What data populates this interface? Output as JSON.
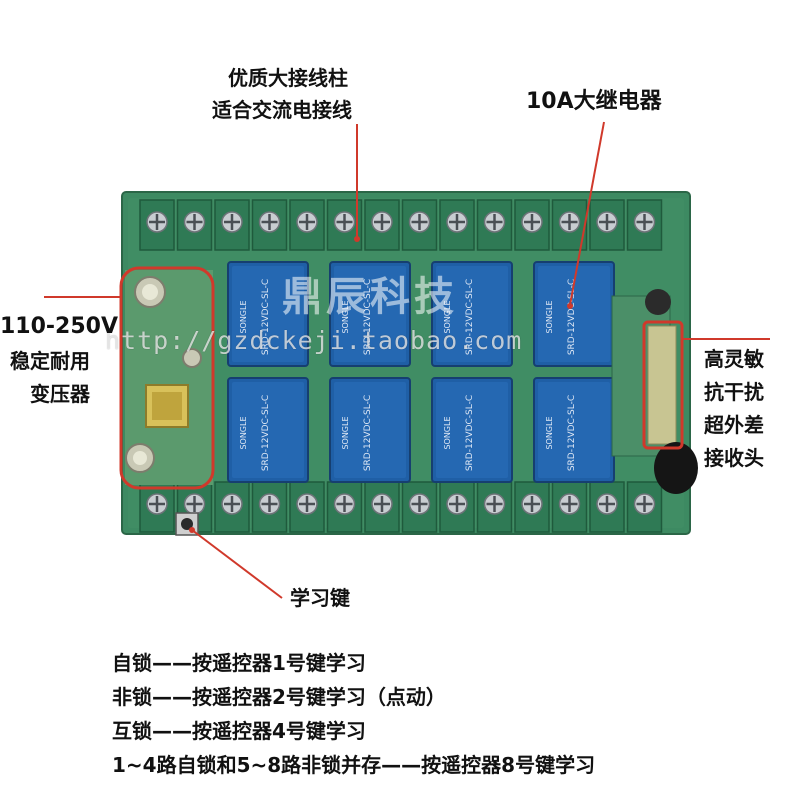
{
  "callouts": {
    "terminal_line1": "优质大接线柱",
    "terminal_line2": "适合交流电接线",
    "relay": "10A大继电器",
    "transformer_line1": "110-250V",
    "transformer_line2": "稳定耐用",
    "transformer_line3": "变压器",
    "receiver_line1": "高灵敏",
    "receiver_line2": "抗干扰",
    "receiver_line3": "超外差",
    "receiver_line4": "接收头",
    "learn_key": "学习键"
  },
  "watermark": {
    "url": "http://gzdckeji.taobao.com",
    "brand": "鼎辰科技"
  },
  "relay_print": {
    "model": "SRD-12VDC-SL-C",
    "brand": "SONGLE"
  },
  "notes": [
    "自锁——按遥控器1号键学习",
    "非锁——按遥控器2号键学习（点动）",
    "互锁——按遥控器4号键学习",
    "1~4路自锁和5~8路非锁并存——按遥控器8号键学习"
  ],
  "colors": {
    "pcb": "#3d8a62",
    "terminal": "#2f7a55",
    "relay": "#1f5fa6",
    "callout": "#d0392b"
  }
}
